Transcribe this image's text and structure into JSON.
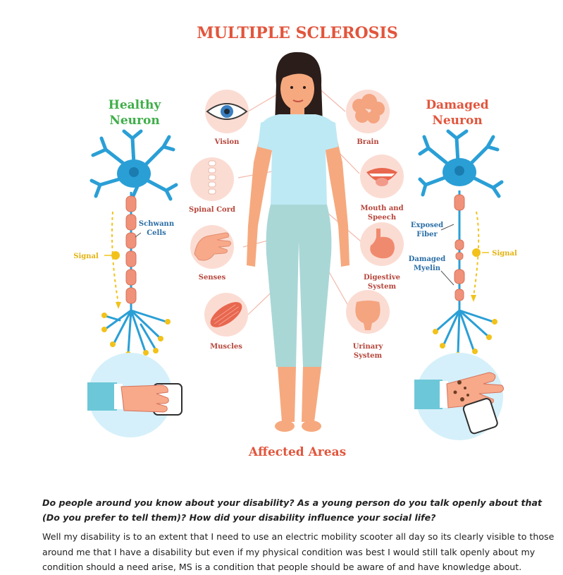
{
  "infographic": {
    "title": "MULTIPLE SCLEROSIS",
    "footer": "Affected Areas",
    "healthy": {
      "heading_line1": "Healthy",
      "heading_line2": "Neuron",
      "schwann_line1": "Schwann",
      "schwann_line2": "Cells",
      "signal": "Signal"
    },
    "damaged": {
      "heading_line1": "Damaged",
      "heading_line2": "Neuron",
      "exposed_line1": "Exposed",
      "exposed_line2": "Fiber",
      "myelin_line1": "Damaged",
      "myelin_line2": "Myelin",
      "signal": "Signal"
    },
    "areas_left": [
      {
        "label": "Vision",
        "icon": "eye-icon"
      },
      {
        "label": "Spinal Cord",
        "icon": "spine-icon"
      },
      {
        "label": "Senses",
        "icon": "hand-icon"
      },
      {
        "label": "Muscles",
        "icon": "muscle-icon"
      }
    ],
    "areas_right": [
      {
        "label": "Brain",
        "icon": "brain-icon"
      },
      {
        "label_line1": "Mouth and",
        "label_line2": "Speech",
        "icon": "mouth-icon"
      },
      {
        "label_line1": "Digestive",
        "label_line2": "System",
        "icon": "stomach-icon"
      },
      {
        "label_line1": "Urinary",
        "label_line2": "System",
        "icon": "bladder-icon"
      }
    ],
    "colors": {
      "title": "#e2553c",
      "healthy": "#3fae49",
      "damaged": "#e2553c",
      "neuron": "#2a9fd6",
      "signal": "#f2c21a",
      "label": "#b6453a",
      "circle": "#fbdcd3",
      "hand_circle": "#d5f0fa"
    }
  },
  "article": {
    "question": "Do people around you know about your disability? As a young person do you talk openly about that (Do you prefer to tell them)? How did your disability influence your social life?",
    "answer": "Well my disability is to an extent that I need to use an electric mobility scooter all day so its clearly visible to those around me that I have a disability but even if my physical condition was best I would still talk openly about my condition should a need arise, MS is a condition that people should be aware of and have knowledge about."
  }
}
